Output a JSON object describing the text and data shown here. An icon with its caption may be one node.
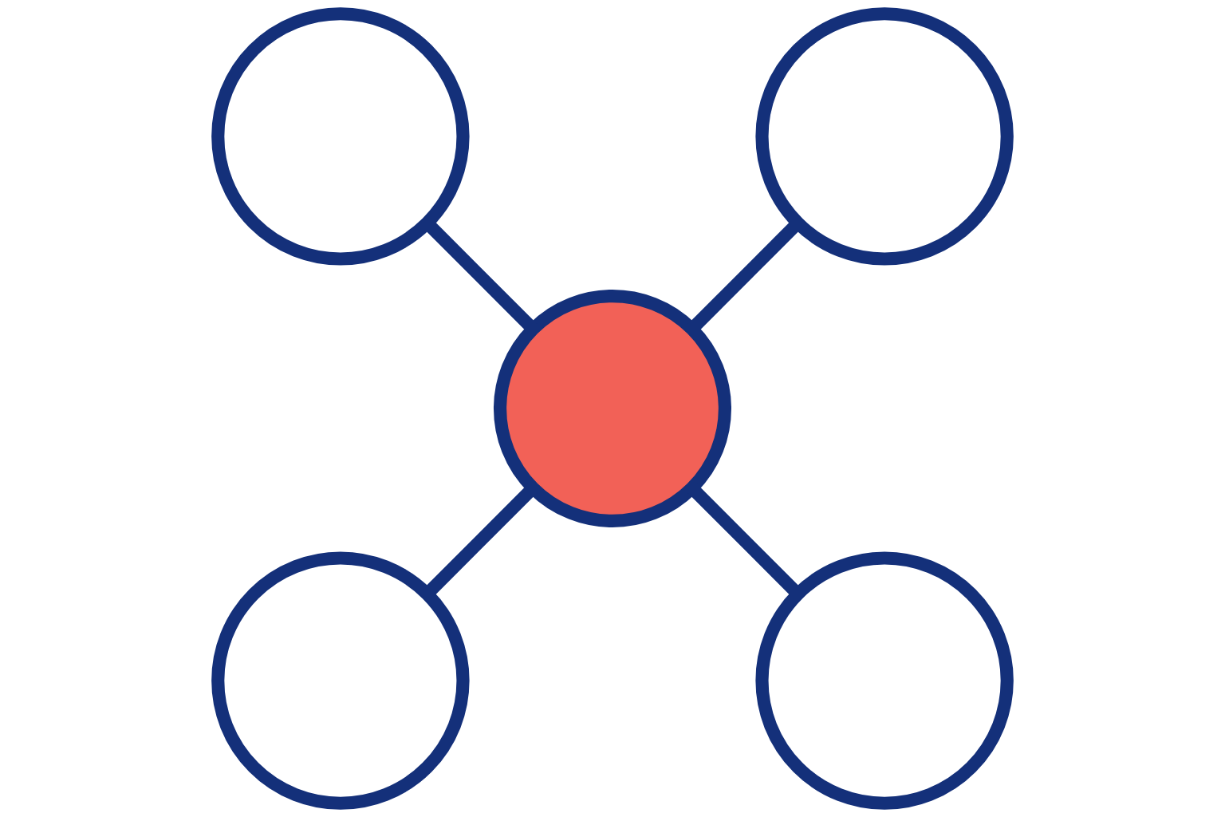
{
  "diagram": {
    "nodes": [
      {
        "text": [],
        "shape": "circle"
      },
      {
        "text": [],
        "shape": "circle"
      },
      {
        "text": [],
        "shape": "circle"
      },
      {
        "text": [],
        "shape": "circle"
      },
      {
        "text": [],
        "shape": "circle"
      }
    ],
    "edges": [
      {
        "from": 1,
        "to": 0,
        "arrow": "none"
      },
      {
        "from": 1,
        "to": 2,
        "arrow": "none"
      },
      {
        "from": 1,
        "to": 3,
        "arrow": "none"
      },
      {
        "from": 1,
        "to": 4,
        "arrow": "none"
      }
    ]
  }
}
